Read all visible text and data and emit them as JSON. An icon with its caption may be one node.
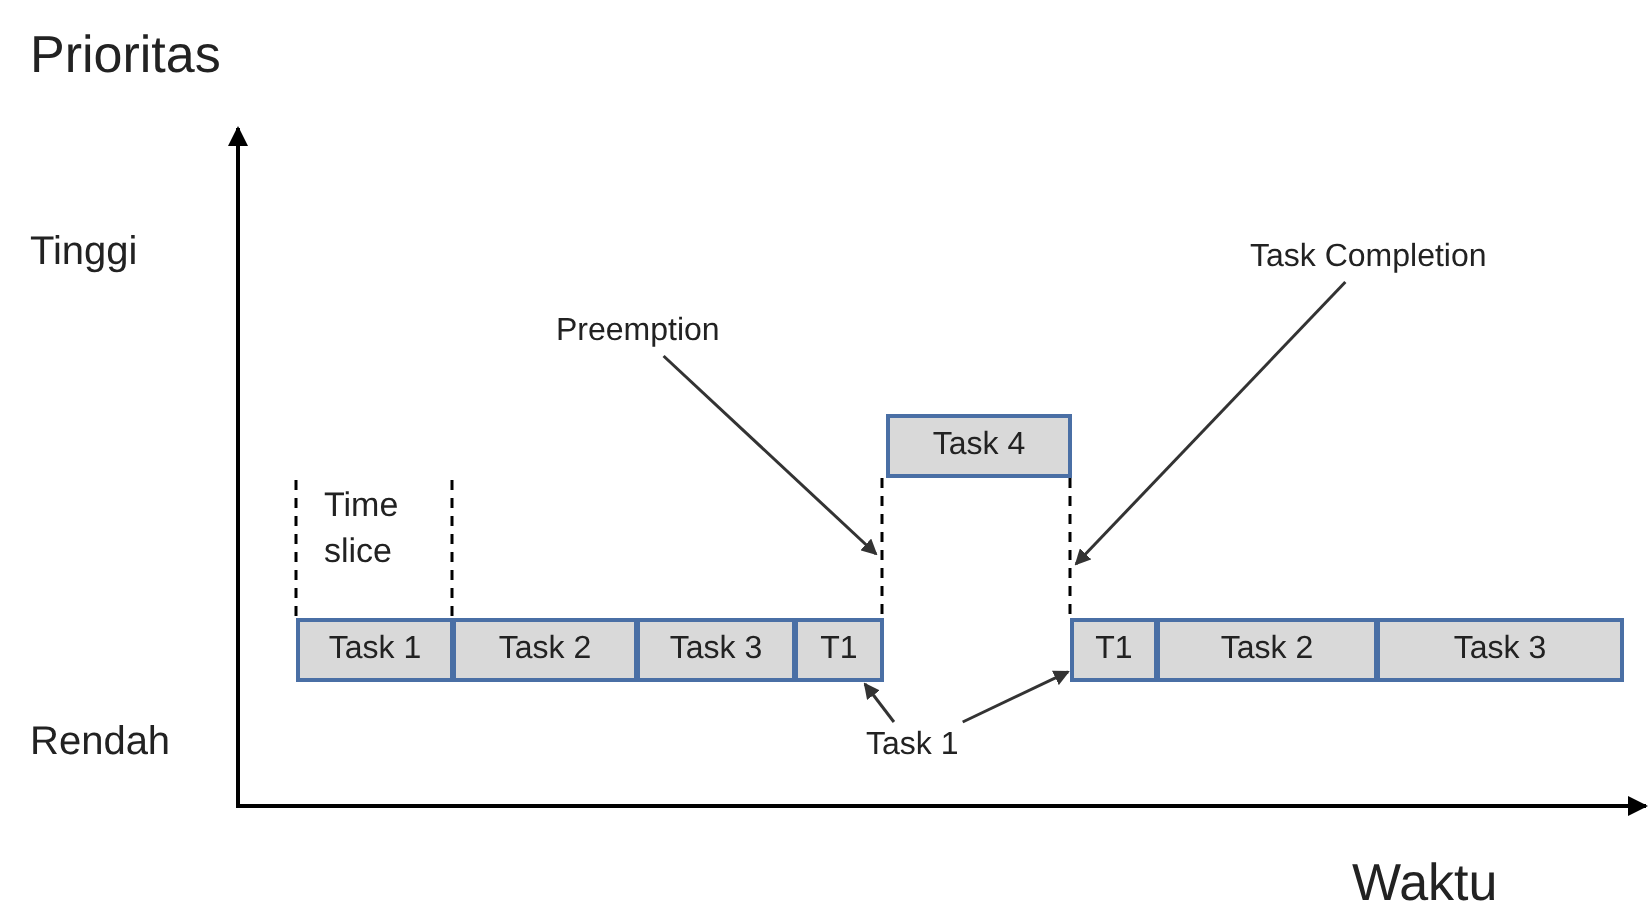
{
  "diagram": {
    "nodes": [
      {
        "text": [
          "Task Completion"
        ]
      },
      {
        "text": [
          "Preemption"
        ]
      },
      {
        "text": [
          "Task 4"
        ]
      },
      {
        "text": [
          "Task 1"
        ]
      },
      {
        "text": [
          "Task 2"
        ]
      },
      {
        "text": [
          "Task 3"
        ]
      },
      {
        "text": [
          "T1"
        ]
      },
      {
        "text": [
          "T1"
        ]
      },
      {
        "text": [
          "Task 2"
        ]
      },
      {
        "text": [
          "Task 3"
        ]
      },
      {
        "text": [
          "Task 1"
        ]
      }
    ],
    "edges": [
      {
        "from": 1,
        "to": null,
        "arrow": "to"
      },
      {
        "from": 0,
        "to": null,
        "arrow": "to"
      },
      {
        "from": 10,
        "to": 6,
        "arrow": "to"
      },
      {
        "from": 10,
        "to": 7,
        "arrow": "to"
      }
    ],
    "labels": [
      "Prioritas",
      "Tinggi",
      "Time slice",
      "Rendah",
      "Waktu"
    ]
  }
}
